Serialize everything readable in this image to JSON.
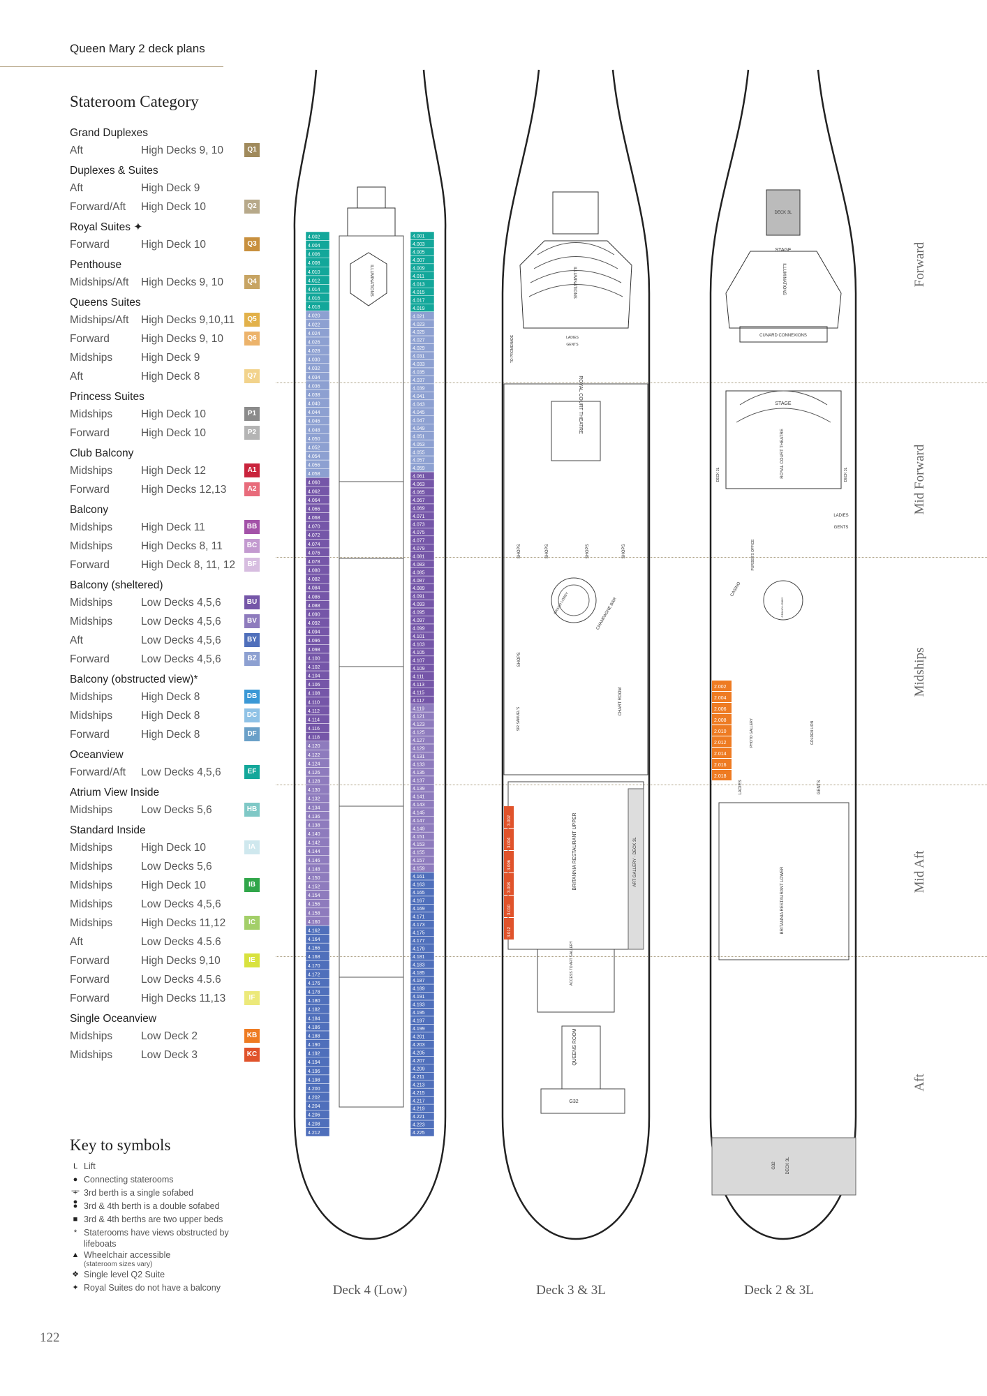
{
  "header": {
    "title": "Queen Mary 2 deck plans"
  },
  "categories": {
    "heading": "Stateroom Category",
    "groups": [
      {
        "title": "Grand Duplexes",
        "rows": [
          {
            "loc": "Aft",
            "deck": "High Decks 9, 10",
            "code": "Q1",
            "color": "#a08a5c"
          }
        ]
      },
      {
        "title": "Duplexes & Suites",
        "rows": [
          {
            "loc": "Aft",
            "deck": "High Deck 9",
            "code": "",
            "color": ""
          },
          {
            "loc": "Forward/Aft",
            "deck": "High Deck 10",
            "code": "Q2",
            "color": "#b7a98a"
          }
        ]
      },
      {
        "title": "Royal Suites ✦",
        "rows": [
          {
            "loc": "Forward",
            "deck": "High Deck 10",
            "code": "Q3",
            "color": "#c8903e"
          }
        ]
      },
      {
        "title": "Penthouse",
        "rows": [
          {
            "loc": "Midships/Aft",
            "deck": "High Decks 9, 10",
            "code": "Q4",
            "color": "#c7a463"
          }
        ]
      },
      {
        "title": "Queens Suites",
        "rows": [
          {
            "loc": "Midships/Aft",
            "deck": "High Decks 9,10,11",
            "code": "Q5",
            "color": "#e2b14a"
          },
          {
            "loc": "Forward",
            "deck": "High Decks 9, 10",
            "code": "Q6",
            "color": "#ecb36b"
          },
          {
            "loc": "Midships",
            "deck": "High Deck 9",
            "code": "",
            "color": ""
          },
          {
            "loc": "Aft",
            "deck": "High Deck 8",
            "code": "Q7",
            "color": "#f2d38c"
          }
        ]
      },
      {
        "title": "Princess Suites",
        "rows": [
          {
            "loc": "Midships",
            "deck": "High Deck 10",
            "code": "P1",
            "color": "#8b8b8b"
          },
          {
            "loc": "Forward",
            "deck": "High Deck 10",
            "code": "P2",
            "color": "#b4b4b4"
          }
        ]
      },
      {
        "title": "Club Balcony",
        "rows": [
          {
            "loc": "Midships",
            "deck": "High Deck 12",
            "code": "A1",
            "color": "#c9233c"
          },
          {
            "loc": "Forward",
            "deck": "High Decks 12,13",
            "code": "A2",
            "color": "#e86b7b"
          }
        ]
      },
      {
        "title": "Balcony",
        "rows": [
          {
            "loc": "Midships",
            "deck": "High Deck 11",
            "code": "BB",
            "color": "#a352a8"
          },
          {
            "loc": "Midships",
            "deck": "High Decks 8, 11",
            "code": "BC",
            "color": "#c39ad0"
          },
          {
            "loc": "Forward",
            "deck": "High Deck 8, 11, 12",
            "code": "BF",
            "color": "#d7bde0"
          }
        ]
      },
      {
        "title": "Balcony (sheltered)",
        "rows": [
          {
            "loc": "Midships",
            "deck": "Low Decks 4,5,6",
            "code": "BU",
            "color": "#7556a8"
          },
          {
            "loc": "Midships",
            "deck": "Low Decks 4,5,6",
            "code": "BV",
            "color": "#8e7bbd"
          },
          {
            "loc": "Aft",
            "deck": "Low Decks 4,5,6",
            "code": "BY",
            "color": "#4f6fbb"
          },
          {
            "loc": "Forward",
            "deck": "Low Decks 4,5,6",
            "code": "BZ",
            "color": "#8da0d1"
          }
        ]
      },
      {
        "title": "Balcony (obstructed view)*",
        "rows": [
          {
            "loc": "Midships",
            "deck": "High Deck 8",
            "code": "DB",
            "color": "#3a98d6"
          },
          {
            "loc": "Midships",
            "deck": "High Deck 8",
            "code": "DC",
            "color": "#8fc2e6"
          },
          {
            "loc": "Forward",
            "deck": "High Deck 8",
            "code": "DF",
            "color": "#6aa0c8"
          }
        ]
      },
      {
        "title": "Oceanview",
        "rows": [
          {
            "loc": "Forward/Aft",
            "deck": "Low Decks 4,5,6",
            "code": "EF",
            "color": "#13a79a"
          }
        ]
      },
      {
        "title": "Atrium View Inside",
        "rows": [
          {
            "loc": "Midships",
            "deck": "Low Decks 5,6",
            "code": "HB",
            "color": "#7fc8c6"
          }
        ]
      },
      {
        "title": "Standard Inside",
        "rows": [
          {
            "loc": "Midships",
            "deck": "High Deck 10",
            "code": "IA",
            "color": "#cfe8ee"
          },
          {
            "loc": "Midships",
            "deck": "Low Decks 5,6",
            "code": "",
            "color": ""
          },
          {
            "loc": "Midships",
            "deck": "High Deck 10",
            "code": "IB",
            "color": "#31a64a"
          },
          {
            "loc": "Midships",
            "deck": "Low Decks 4,5,6",
            "code": "",
            "color": ""
          },
          {
            "loc": "Midships",
            "deck": "High Decks 11,12",
            "code": "IC",
            "color": "#a3cf69"
          },
          {
            "loc": "Aft",
            "deck": "Low Decks 4.5.6",
            "code": "",
            "color": ""
          },
          {
            "loc": "Forward",
            "deck": "High Decks 9,10",
            "code": "IE",
            "color": "#d8e23e"
          },
          {
            "loc": "Forward",
            "deck": "Low Decks 4.5.6",
            "code": "",
            "color": ""
          },
          {
            "loc": "Forward",
            "deck": "High Decks 11,13",
            "code": "IF",
            "color": "#ece97a"
          }
        ]
      },
      {
        "title": "Single Oceanview",
        "rows": [
          {
            "loc": "Midships",
            "deck": "Low Deck 2",
            "code": "KB",
            "color": "#ee7b22"
          },
          {
            "loc": "Midships",
            "deck": "Low Deck 3",
            "code": "KC",
            "color": "#e0532b"
          }
        ]
      }
    ]
  },
  "key": {
    "heading": "Key to symbols",
    "items": [
      {
        "sym": "L",
        "text": "Lift",
        "sub": ""
      },
      {
        "sym": "●—●",
        "text": "Connecting staterooms",
        "sub": ""
      },
      {
        "sym": "+",
        "text": "3rd berth is a single sofabed",
        "sub": ""
      },
      {
        "sym": "●",
        "text": "3rd & 4th berth is a double sofabed",
        "sub": ""
      },
      {
        "sym": "■",
        "text": "3rd & 4th berths are two upper beds",
        "sub": ""
      },
      {
        "sym": "*",
        "text": "Staterooms have views obstructed by lifeboats",
        "sub": ""
      },
      {
        "sym": "▲",
        "text": "Wheelchair accessible",
        "sub": "(stateroom sizes vary)"
      },
      {
        "sym": "❖",
        "text": "Single level Q2 Suite",
        "sub": ""
      },
      {
        "sym": "✦",
        "text": "Royal Suites do not have a balcony",
        "sub": ""
      }
    ]
  },
  "decks": [
    {
      "label": "Deck 4 (Low)"
    },
    {
      "label": "Deck 3 & 3L"
    },
    {
      "label": "Deck 2 & 3L"
    }
  ],
  "sections": [
    "Forward",
    "Mid Forward",
    "Midships",
    "Mid Aft",
    "Aft"
  ],
  "page_number": "122",
  "deck4_cabins": {
    "left_outer": [
      "4.002",
      "4.004",
      "4.006",
      "4.008",
      "4.010",
      "4.012",
      "4.014",
      "4.016",
      "4.018",
      "4.020",
      "4.022",
      "4.024",
      "4.026",
      "4.028",
      "4.030",
      "4.032",
      "4.034",
      "4.036",
      "4.038",
      "4.040",
      "4.044",
      "4.046",
      "4.048",
      "4.050",
      "4.052",
      "4.054",
      "4.056",
      "4.058",
      "4.060",
      "4.062",
      "4.064",
      "4.066",
      "4.068",
      "4.070",
      "4.072",
      "4.074",
      "4.076",
      "4.078",
      "4.080",
      "4.082",
      "4.084",
      "4.086",
      "4.088",
      "4.090",
      "4.092",
      "4.094",
      "4.096",
      "4.098",
      "4.100",
      "4.102",
      "4.104",
      "4.106",
      "4.108",
      "4.110",
      "4.112",
      "4.114",
      "4.116",
      "4.118",
      "4.120",
      "4.122",
      "4.124",
      "4.126",
      "4.128",
      "4.130",
      "4.132",
      "4.134",
      "4.136",
      "4.138",
      "4.140",
      "4.142",
      "4.144",
      "4.146",
      "4.148",
      "4.150",
      "4.152",
      "4.154",
      "4.156",
      "4.158",
      "4.160",
      "4.162",
      "4.164",
      "4.166",
      "4.168",
      "4.170",
      "4.172",
      "4.176",
      "4.178",
      "4.180",
      "4.182",
      "4.184",
      "4.186",
      "4.188",
      "4.190",
      "4.192",
      "4.194",
      "4.196",
      "4.198",
      "4.200",
      "4.202",
      "4.204",
      "4.206",
      "4.208",
      "4.212"
    ],
    "right_outer": [
      "4.001",
      "4.003",
      "4.005",
      "4.007",
      "4.009",
      "4.011",
      "4.013",
      "4.015",
      "4.017",
      "4.019",
      "4.021",
      "4.023",
      "4.025",
      "4.027",
      "4.029",
      "4.031",
      "4.033",
      "4.035",
      "4.037",
      "4.039",
      "4.041",
      "4.043",
      "4.045",
      "4.047",
      "4.049",
      "4.051",
      "4.053",
      "4.055",
      "4.057",
      "4.059",
      "4.061",
      "4.063",
      "4.065",
      "4.067",
      "4.069",
      "4.071",
      "4.073",
      "4.075",
      "4.077",
      "4.079",
      "4.081",
      "4.083",
      "4.085",
      "4.087",
      "4.089",
      "4.091",
      "4.093",
      "4.095",
      "4.097",
      "4.099",
      "4.101",
      "4.103",
      "4.105",
      "4.107",
      "4.109",
      "4.111",
      "4.113",
      "4.115",
      "4.117",
      "4.119",
      "4.121",
      "4.123",
      "4.125",
      "4.127",
      "4.129",
      "4.131",
      "4.133",
      "4.135",
      "4.137",
      "4.139",
      "4.141",
      "4.143",
      "4.145",
      "4.147",
      "4.149",
      "4.151",
      "4.153",
      "4.155",
      "4.157",
      "4.159",
      "4.161",
      "4.163",
      "4.165",
      "4.167",
      "4.169",
      "4.171",
      "4.173",
      "4.175",
      "4.177",
      "4.179",
      "4.181",
      "4.183",
      "4.185",
      "4.187",
      "4.189",
      "4.191",
      "4.193",
      "4.195",
      "4.197",
      "4.199",
      "4.201",
      "4.203",
      "4.205",
      "4.207",
      "4.209",
      "4.211",
      "4.213",
      "4.215",
      "4.217",
      "4.219",
      "4.221",
      "4.223",
      "4.225"
    ]
  },
  "deck3_labels": [
    "ILLUMINATIONS",
    "TO PROMENADE",
    "LADIES",
    "GENTS",
    "ROYAL COURT THEATRE",
    "SHOPS",
    "SHOPS",
    "SHOPS",
    "SHOPS",
    "SHOPS",
    "GRAND LOBBY",
    "CHAMPAGNE BAR",
    "CHART ROOM",
    "SIR SAMUEL'S",
    "BRITANNIA RESTAURANT UPPER",
    "ART GALLERY · DECK 3L",
    "ACCESS TO ART GALLERY",
    "QUEENS ROOM",
    "G32"
  ],
  "deck3_kc": [
    "3.002",
    "3.004",
    "3.006",
    "3.008",
    "3.010",
    "3.012"
  ],
  "deck2_labels": [
    "DECK 3L",
    "STAGE",
    "ILLUMINATIONS",
    "CUNARD CONNEXIONS",
    "STAGE",
    "ROYAL COURT THEATRE",
    "DECK 3L",
    "DECK 3L",
    "LADIES",
    "GENTS",
    "CASINO",
    "PURSER'S OFFICE",
    "GRAND LOBBY",
    "PHOTO GALLERY",
    "GOLDEN LION",
    "LADIES",
    "GENTS",
    "BRITANNIA RESTAURANT LOWER",
    "G32",
    "DECK 3L"
  ],
  "deck2_kb": [
    "2.002",
    "2.004",
    "2.006",
    "2.008",
    "2.010",
    "2.012",
    "2.014",
    "2.016",
    "2.018"
  ]
}
